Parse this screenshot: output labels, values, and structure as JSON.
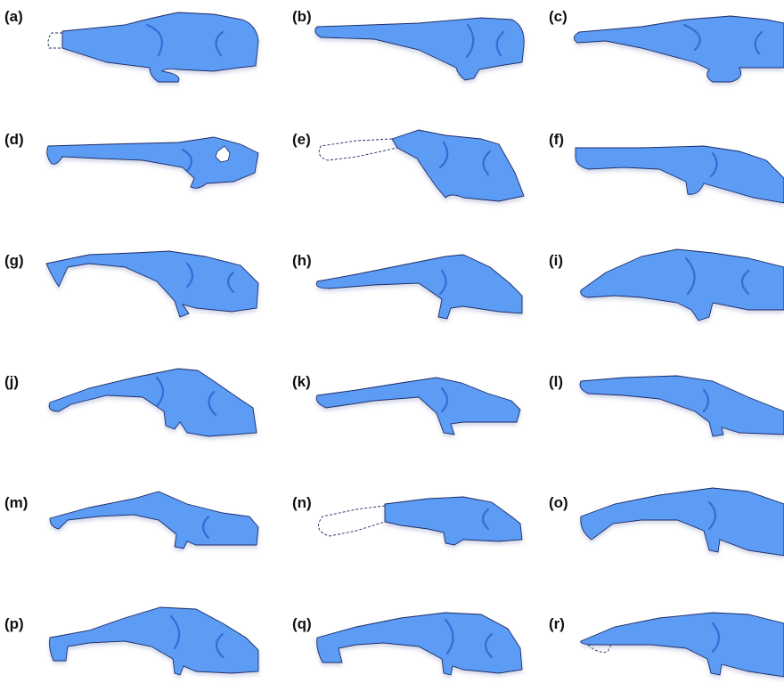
{
  "figure": {
    "colors": {
      "fill": "#5b9cf5",
      "outline": "#1a2a66",
      "label": "#111111"
    },
    "panels": [
      {
        "label": "(a)"
      },
      {
        "label": "(b)"
      },
      {
        "label": "(c)"
      },
      {
        "label": "(d)"
      },
      {
        "label": "(e)"
      },
      {
        "label": "(f)"
      },
      {
        "label": "(g)"
      },
      {
        "label": "(h)"
      },
      {
        "label": "(i)"
      },
      {
        "label": "(j)"
      },
      {
        "label": "(k)"
      },
      {
        "label": "(l)"
      },
      {
        "label": "(m)"
      },
      {
        "label": "(n)"
      },
      {
        "label": "(o)"
      },
      {
        "label": "(p)"
      },
      {
        "label": "(q)"
      },
      {
        "label": "(r)"
      }
    ]
  }
}
